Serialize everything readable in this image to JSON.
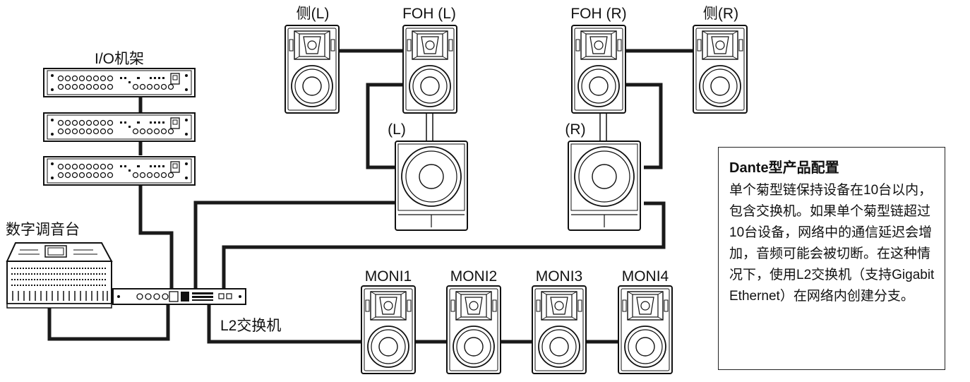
{
  "labels": {
    "io_rack": "I/O机架",
    "console": "数字调音台",
    "switch": "L2交换机",
    "side_l": "侧(L)",
    "foh_l": "FOH (L)",
    "foh_r": "FOH (R)",
    "side_r": "侧(R)",
    "sub_l": "(L)",
    "sub_r": "(R)",
    "moni1": "MONI1",
    "moni2": "MONI2",
    "moni3": "MONI3",
    "moni4": "MONI4"
  },
  "note": {
    "title": "Dante型产品配置",
    "body": "单个菊型链保持设备在10台以内，包含交换机。如果单个菊型链超过10台设备，网络中的通信延迟会增加，音频可能会被切断。在这种情况下，使用L2交换机（支持Gigabit Ethernet）在网络内创建分支。"
  },
  "colors": {
    "cable": "#1a1a1a",
    "outline": "#111111",
    "background": "#ffffff"
  }
}
